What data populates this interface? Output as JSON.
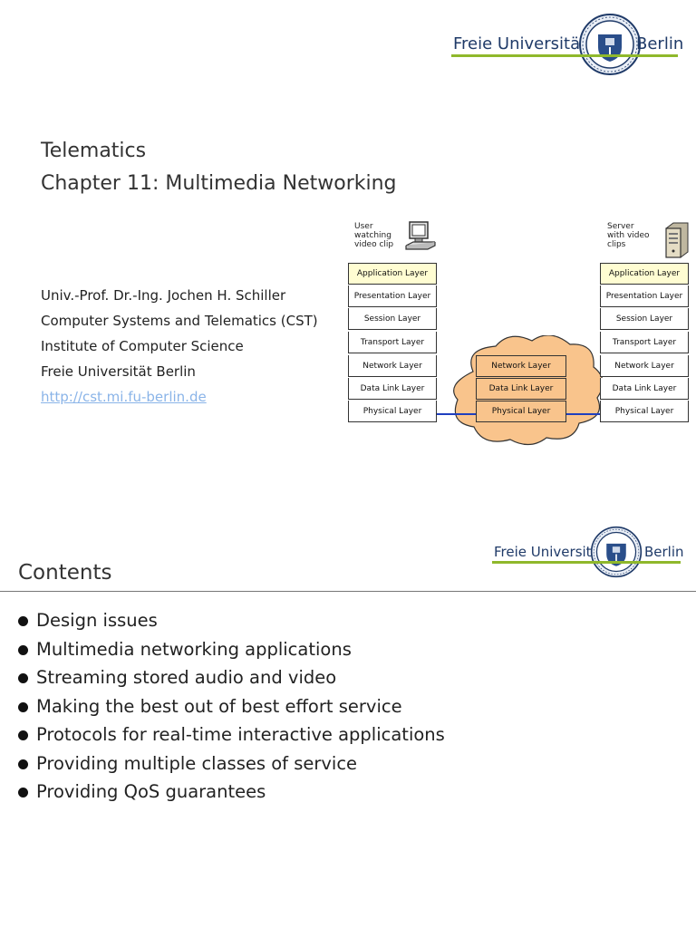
{
  "header_logo": {
    "word_left": "Freie Universität",
    "word_right": "Berlin"
  },
  "title": {
    "line1": "Telematics",
    "line2": "Chapter 11: Multimedia Networking"
  },
  "author": {
    "lines": [
      "Univ.-Prof. Dr.-Ing. Jochen H. Schiller",
      "Computer Systems and Telematics (CST)",
      "Institute of Computer Science",
      "Freie Universität Berlin"
    ],
    "link": "http://cst.mi.fu-berlin.de"
  },
  "diagram": {
    "client_caption": "User\nwatching\nvideo clip",
    "server_caption": "Server\nwith video\nclips",
    "client_layers": [
      "Application Layer",
      "Presentation Layer",
      "Session Layer",
      "Transport Layer",
      "Network Layer",
      "Data Link Layer",
      "Physical Layer"
    ],
    "server_layers": [
      "Application Layer",
      "Presentation Layer",
      "Session Layer",
      "Transport Layer",
      "Network Layer",
      "Data Link Layer",
      "Physical Layer"
    ],
    "network_layers": [
      "Network Layer",
      "Data Link Layer",
      "Physical Layer"
    ],
    "colors": {
      "cloud": "#f9c48c",
      "app_layer": "#fffdd2",
      "link_line": "#1f3fbf"
    }
  },
  "contents": {
    "heading": "Contents",
    "items": [
      "Design issues",
      "Multimedia networking applications",
      "Streaming stored audio and video",
      "Making the best out of best effort service",
      "Protocols for real-time interactive applications",
      "Providing multiple classes of service",
      "Providing QoS guarantees"
    ]
  }
}
